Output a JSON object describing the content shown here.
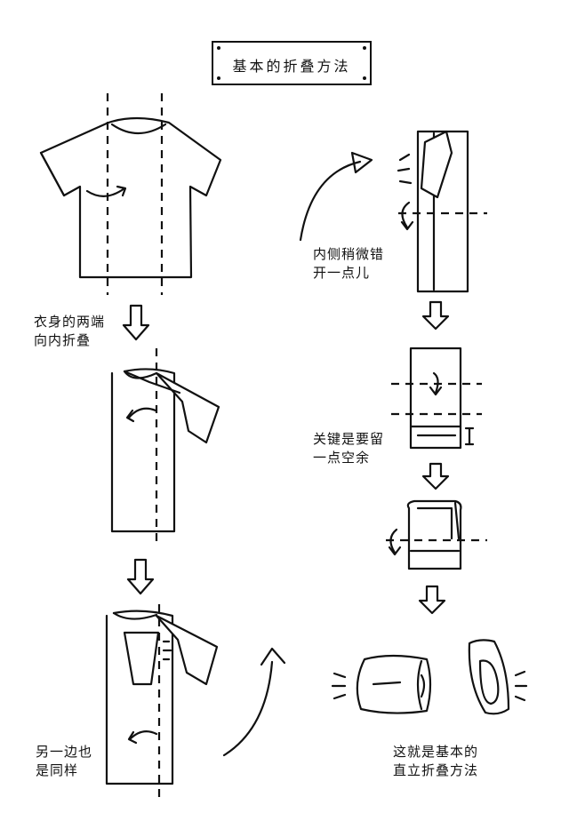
{
  "title": "基本的折叠方法",
  "captions": {
    "step1": [
      "衣身的两端",
      "向内折叠"
    ],
    "step2": [
      "另一边也",
      "是同样"
    ],
    "step3": [
      "内侧稍微错",
      "开一点儿"
    ],
    "step4": [
      "关键是要留",
      "一点空余"
    ],
    "final": [
      "这就是基本的",
      "直立折叠方法"
    ]
  },
  "colors": {
    "line": "#111111",
    "background": "#ffffff"
  }
}
